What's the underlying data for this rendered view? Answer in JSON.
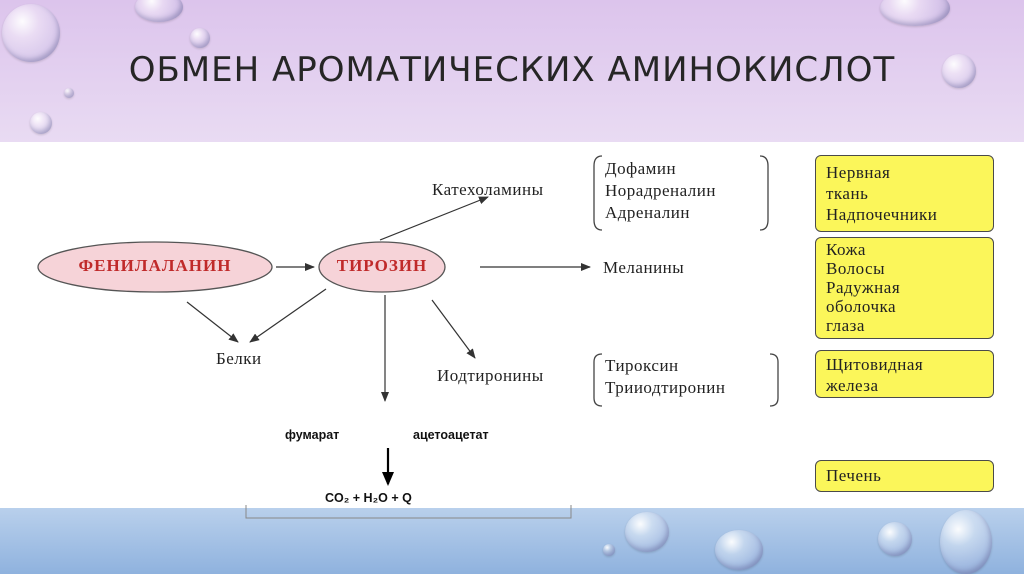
{
  "title": "ОБМЕН АРОМАТИЧЕСКИХ АМИНОКИСЛОТ",
  "nodes": {
    "phenylalanine": "ФЕНИЛАЛАНИН",
    "tyrosine": "ТИРОЗИН",
    "catecholamines": "Катехоламины",
    "melanins": "Меланины",
    "proteins": "Белки",
    "iodothyronines": "Иодтиронины",
    "fumarate": "фумарат",
    "acetoacetate": "ацетоацетат",
    "products": "CO₂ + H₂O + Q"
  },
  "catecholamine_list": [
    "Дофамин",
    "Норадреналин",
    "Адреналин"
  ],
  "iodothyronine_list": [
    "Тироксин",
    "Трииодтиронин"
  ],
  "locations": {
    "nervous": [
      "Нервная",
      "ткань",
      "Надпочечники"
    ],
    "skin": [
      "Кожа",
      "Волосы",
      "Радужная",
      "оболочка",
      "глаза"
    ],
    "thyroid": [
      "Щитовидная",
      "железа"
    ],
    "liver": [
      "Печень"
    ]
  },
  "colors": {
    "ellipse_fill": "#f6d3d8",
    "ellipse_text": "#c02a2a",
    "box_fill": "#fbf65a"
  }
}
